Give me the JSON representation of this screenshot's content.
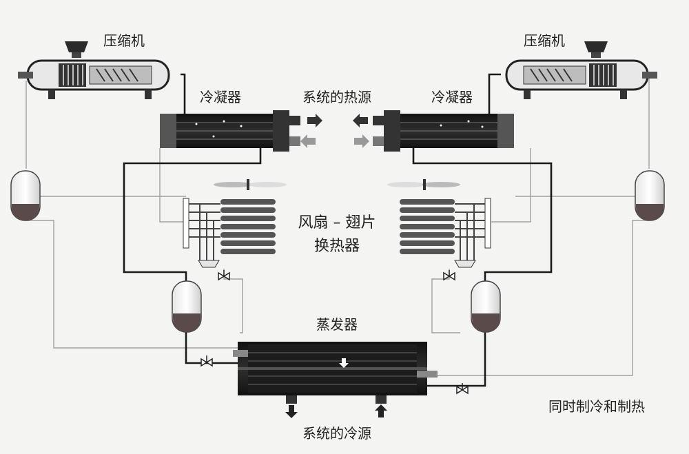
{
  "labels": {
    "compressor_left": "压缩机",
    "compressor_right": "压缩机",
    "condenser_left": "冷凝器",
    "condenser_right": "冷凝器",
    "heat_source": "系统的热源",
    "fan_fin_line1": "风扇 – 翅片",
    "fan_fin_line2": "换热器",
    "evaporator": "蒸发器",
    "cold_source": "系统的冷源",
    "caption": "同时制冷和制热"
  },
  "colors": {
    "pipe_dark": "#1a1a1a",
    "pipe_light": "#9a9a9a",
    "tank_fill": "#5a4a4a",
    "equipment": "#2b2b2b"
  }
}
